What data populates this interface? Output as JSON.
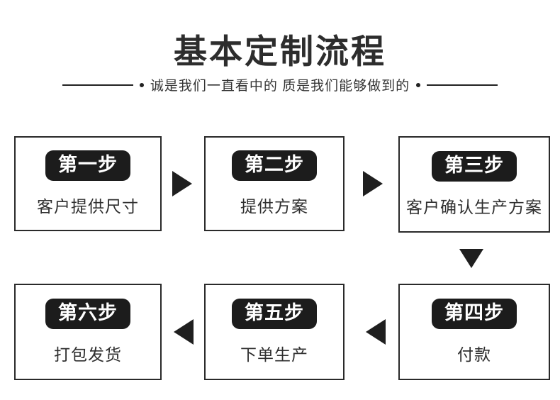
{
  "header": {
    "title": "基本定制流程",
    "subtitle": "诚是我们一直看中的 质是我们能够做到的"
  },
  "steps": [
    {
      "label": "第一步",
      "description": "客户提供尺寸"
    },
    {
      "label": "第二步",
      "description": "提供方案"
    },
    {
      "label": "第三步",
      "description": "客户确认生产方案"
    },
    {
      "label": "第四步",
      "description": "付款"
    },
    {
      "label": "第五步",
      "description": "下单生产"
    },
    {
      "label": "第六步",
      "description": "打包发货"
    }
  ],
  "flow": {
    "row1_order": [
      "第一步",
      "第二步",
      "第三步"
    ],
    "row2_order": [
      "第六步",
      "第五步",
      "第四步"
    ],
    "arrow_directions": [
      "right",
      "right",
      "down",
      "left",
      "left"
    ]
  },
  "colors": {
    "background": "#ffffff",
    "title_ink": "#2d2d2d",
    "box_border": "#2a2a2a",
    "badge_background": "#1c1c1c",
    "badge_text": "#ffffff",
    "arrow": "#1f1f1f"
  }
}
